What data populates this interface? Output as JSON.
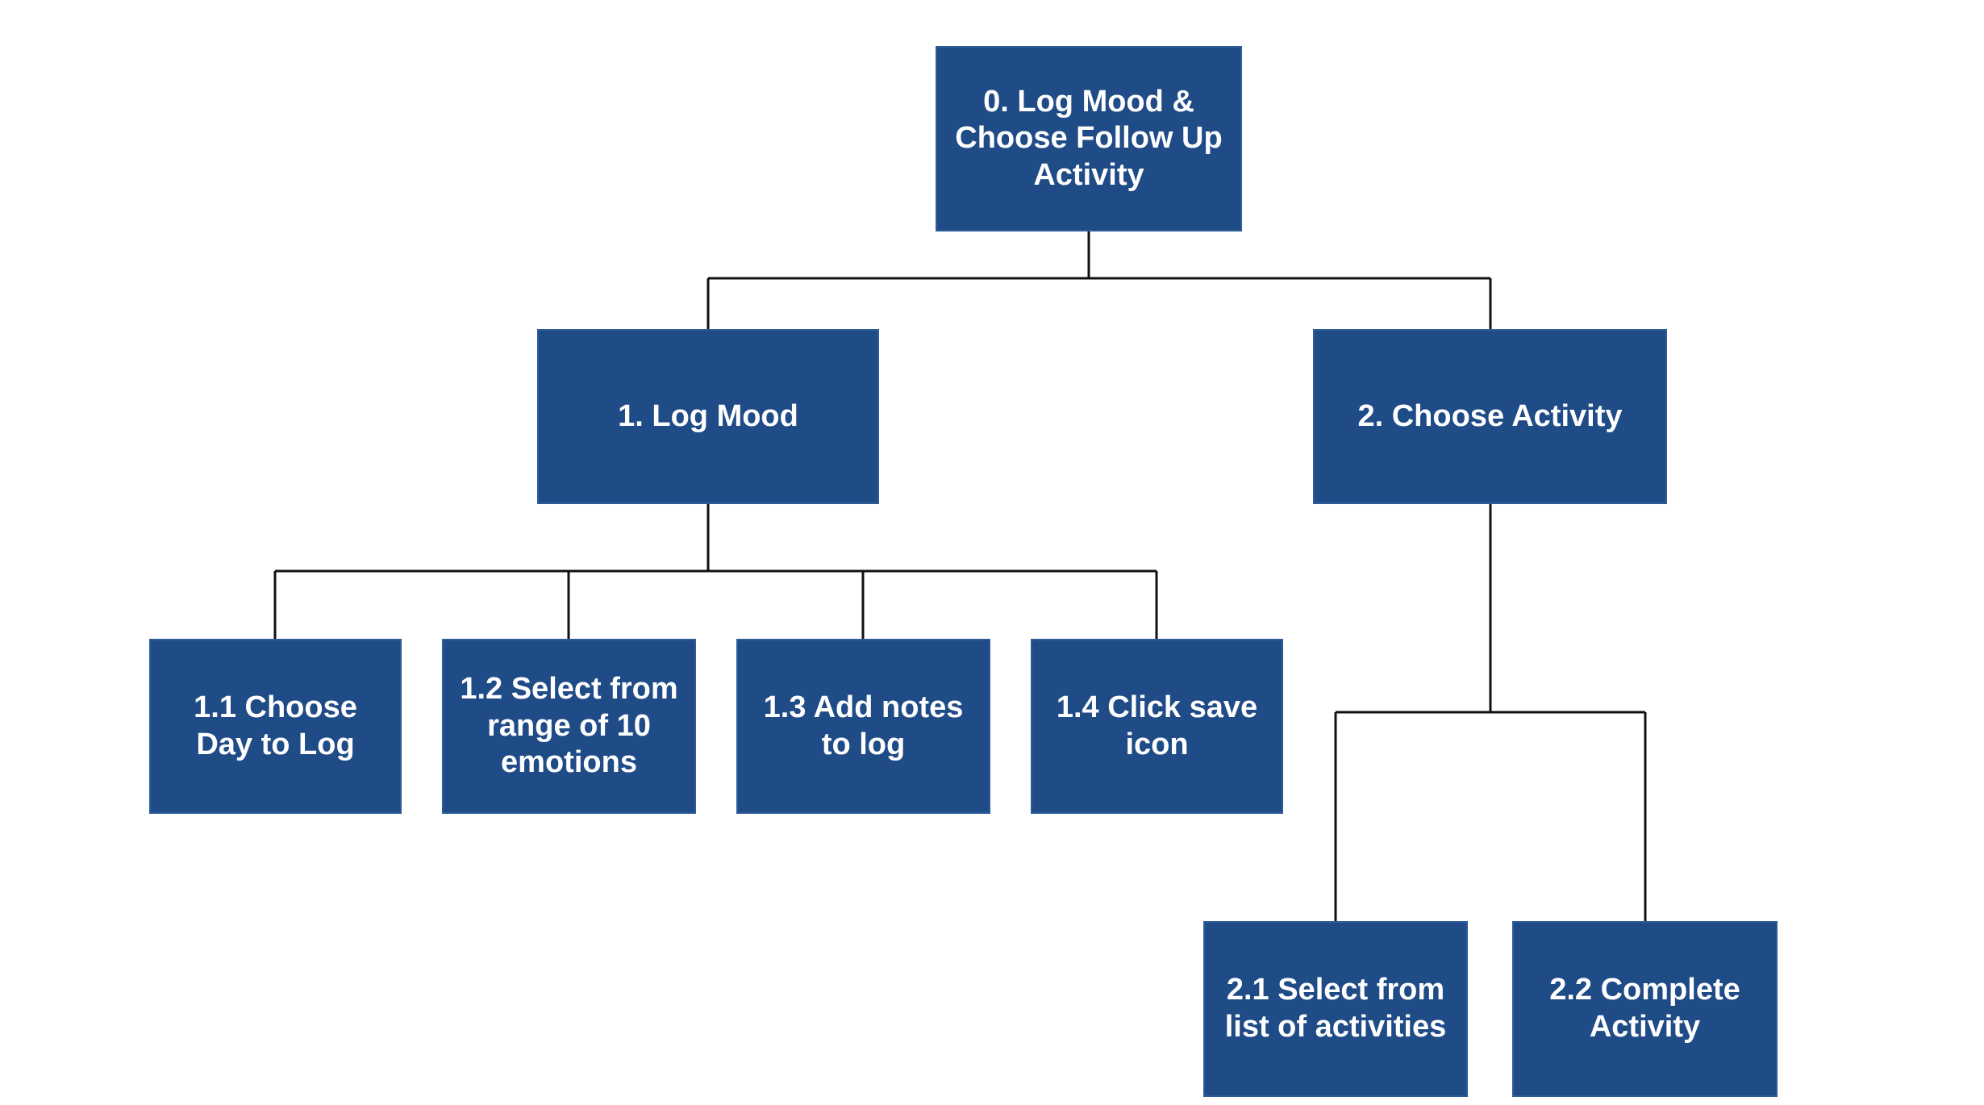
{
  "diagram": {
    "root": {
      "label": "0. Log Mood & Choose Follow Up Activity"
    },
    "log_mood": {
      "label": "1. Log Mood",
      "children": [
        {
          "label": "1.1 Choose Day to Log"
        },
        {
          "label": "1.2 Select from range of 10 emotions"
        },
        {
          "label": "1.3 Add notes to log"
        },
        {
          "label": "1.4 Click save icon"
        }
      ]
    },
    "choose_activity": {
      "label": "2. Choose Activity",
      "children": [
        {
          "label": "2.1 Select from list of activities"
        },
        {
          "label": "2.2 Complete Activity"
        }
      ]
    }
  },
  "colors": {
    "node_fill": "#1f4b87",
    "node_border": "#2d5d99",
    "node_text": "#ffffff",
    "connector": "#111111",
    "background": "#ffffff"
  }
}
